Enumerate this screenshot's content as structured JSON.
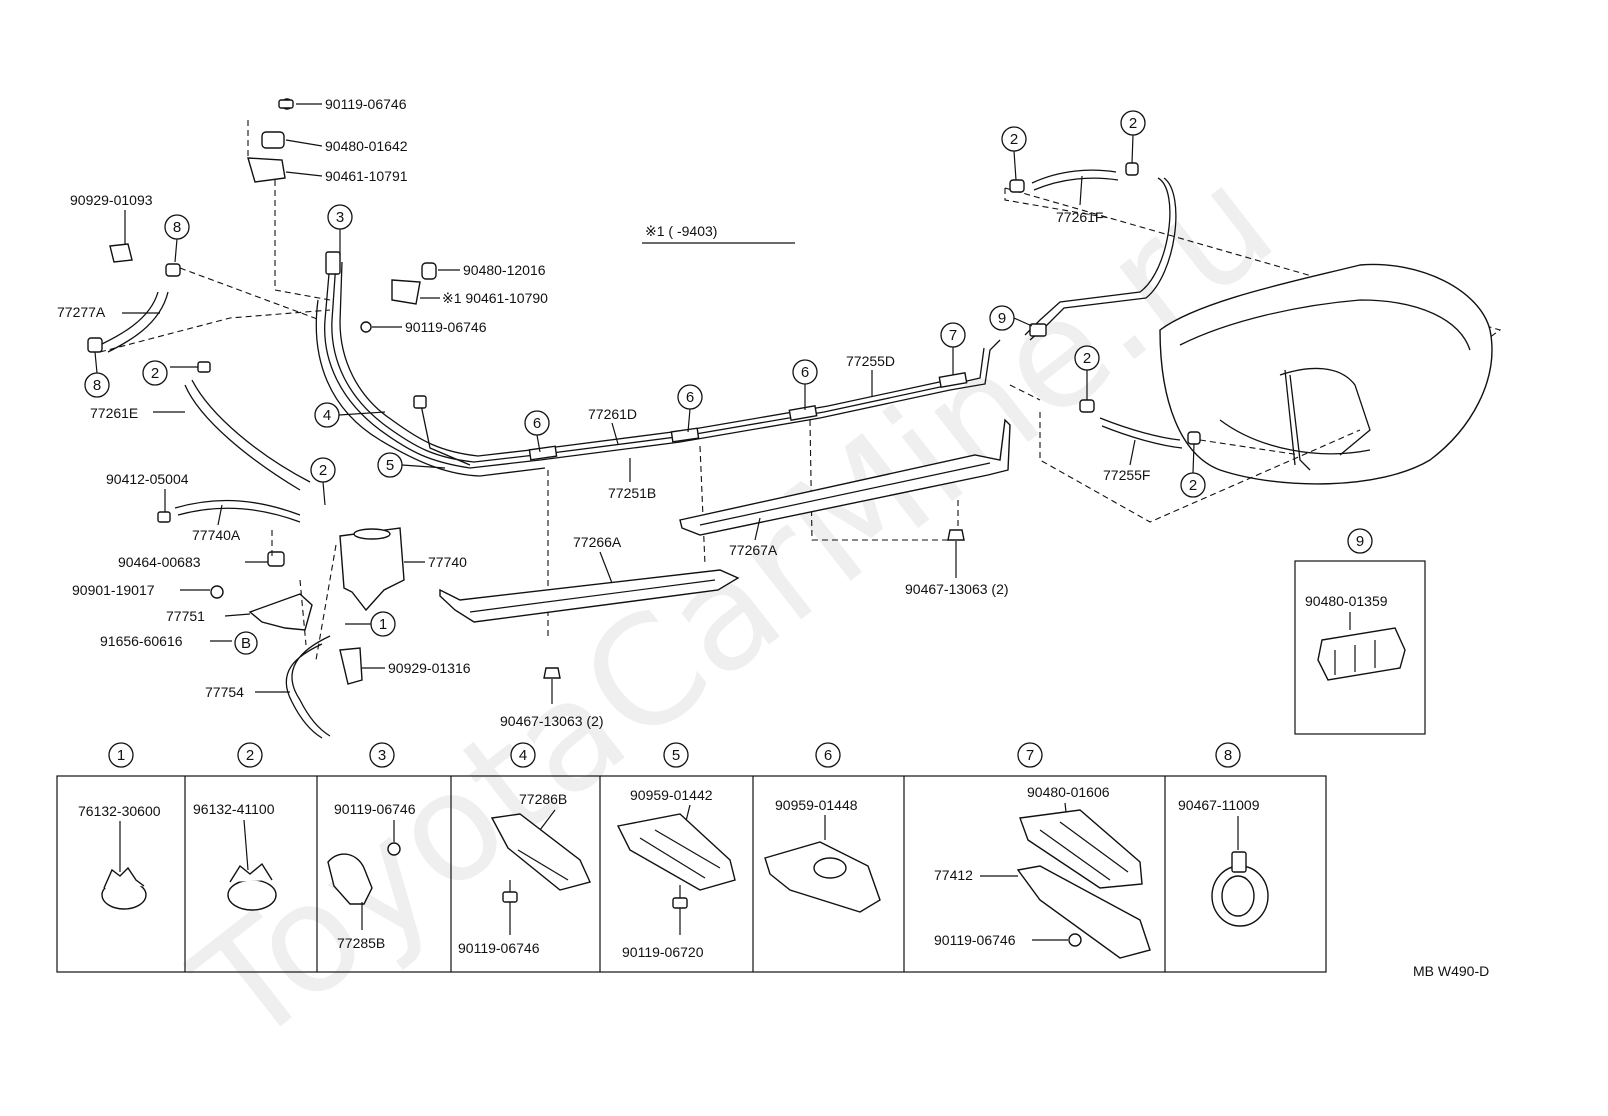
{
  "watermark": "ToyotaCarMine.ru",
  "model_note": "※1 (      -9403)",
  "page_code": "MB W490-D",
  "labels": {
    "p90119_06746_top": "90119-06746",
    "p90480_01642": "90480-01642",
    "p90461_10791": "90461-10791",
    "p90929_01093": "90929-01093",
    "p77277A": "77277A",
    "p77261E": "77261E",
    "p90480_12016": "90480-12016",
    "p90461_10790": "※1 90461-10790",
    "p90119_06746_mid": "90119-06746",
    "p90412_05004": "90412-05004",
    "p77740A": "77740A",
    "p90464_00683": "90464-00683",
    "p77740": "77740",
    "p90901_19017": "90901-19017",
    "p77751": "77751",
    "p91656_60616": "91656-60616",
    "p90929_01316": "90929-01316",
    "p77754": "77754",
    "p77261D": "77261D",
    "p77251B": "77251B",
    "p77266A": "77266A",
    "p90467_13063_left": "90467-13063 (2)",
    "p77255D": "77255D",
    "p77267A": "77267A",
    "p90467_13063_right": "90467-13063 (2)",
    "p77261F": "77261F",
    "p77255F": "77255F",
    "p90480_01359": "90480-01359"
  },
  "circle_b": "B",
  "callouts": [
    "1",
    "2",
    "3",
    "4",
    "5",
    "6",
    "7",
    "8",
    "9"
  ],
  "detail_headers": [
    "1",
    "2",
    "3",
    "4",
    "5",
    "6",
    "7",
    "8"
  ],
  "details": {
    "d1": {
      "part": "76132-30600"
    },
    "d2": {
      "part": "96132-41100"
    },
    "d3": {
      "part_top": "90119-06746",
      "part_bottom": "77285B"
    },
    "d4": {
      "part_top": "77286B",
      "part_bottom": "90119-06746"
    },
    "d5": {
      "part_top": "90959-01442",
      "part_bottom": "90119-06720"
    },
    "d6": {
      "part": "90959-01448"
    },
    "d7": {
      "part_top": "90480-01606",
      "part_mid": "77412",
      "part_bottom": "90119-06746"
    },
    "d8": {
      "part": "90467-11009"
    }
  },
  "detail9_header": "9"
}
